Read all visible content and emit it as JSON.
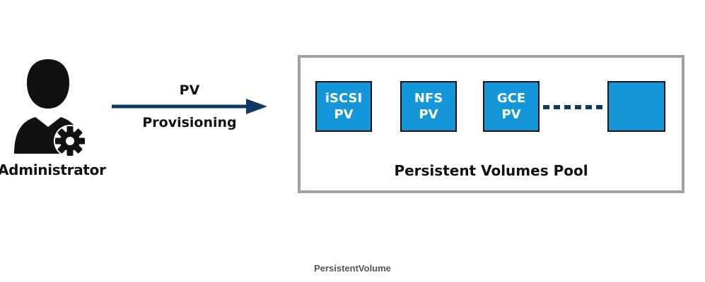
{
  "diagram": {
    "administrator": {
      "label": "Administrator",
      "icon": "user-gear-icon"
    },
    "arrow": {
      "label_top": "PV",
      "label_bottom": "Provisioning",
      "color": "#0f3a66"
    },
    "pool": {
      "label": "Persistent Volumes Pool",
      "border_color": "#9ea0a3",
      "volumes": [
        {
          "line1": "iSCSI",
          "line2": "PV"
        },
        {
          "line1": "NFS",
          "line2": "PV"
        },
        {
          "line1": "GCE",
          "line2": "PV"
        },
        {
          "line1": "",
          "line2": ""
        }
      ],
      "volume_color": "#1497da"
    }
  },
  "caption": "PersistentVolume"
}
